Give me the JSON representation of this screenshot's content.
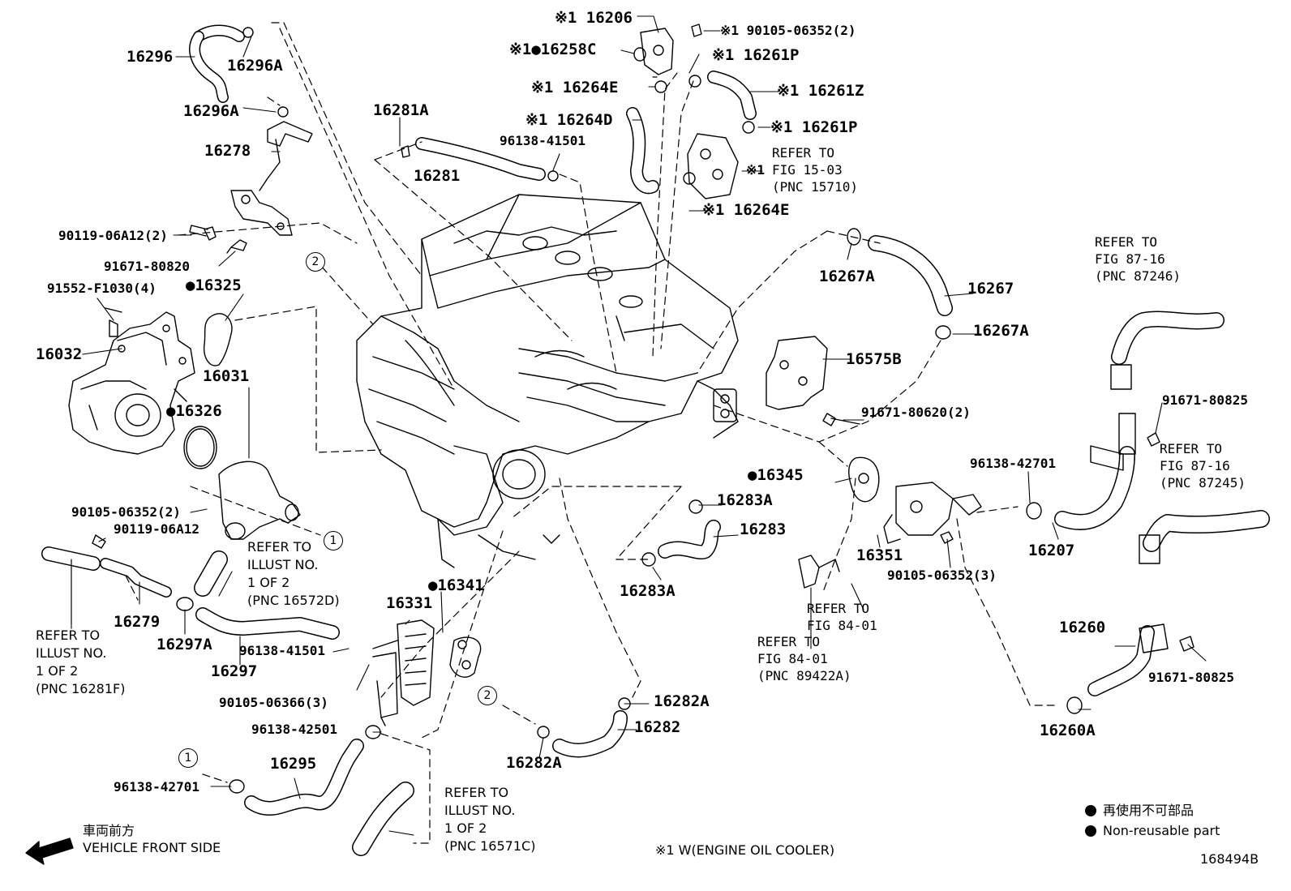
{
  "labels": {
    "p16296": "16296",
    "p16296A_top": "16296A",
    "p16296A": "16296A",
    "p16278": "16278",
    "p90119_06A12_2": "90119-06A12(2)",
    "p91671_80820": "91671-80820",
    "p91552": "91552-F1030(4)",
    "p16325": "●16325",
    "p16032": "16032",
    "p16031": "16031",
    "p16326": "●16326",
    "p90105_06352_2": "90105-06352(2)",
    "p90119_06A12": "90119-06A12",
    "p16279": "16279",
    "p16297A": "16297A",
    "p96138_41501_b": "96138-41501",
    "p16297": "16297",
    "p90105_06366": "90105-06366(3)",
    "p16331": "16331",
    "p16341": "●16341",
    "p96138_42501": "96138-42501",
    "p16295": "16295",
    "p96138_42701_b": "96138-42701",
    "p16281A": "16281A",
    "p16281": "16281",
    "p96138_41501": "96138-41501",
    "p16206": "※1 16206",
    "p16258C": "※1●16258C",
    "p16264E_top": "※1 16264E",
    "p16264D": "※1 16264D",
    "p90105_06352_top": "※1 90105-06352(2)",
    "p16261P_top": "※1 16261P",
    "p16261Z": "※1 16261Z",
    "p16261P": "※1 16261P",
    "p16264E": "※1 16264E",
    "p16267A_top": "16267A",
    "p16267": "16267",
    "p16267A": "16267A",
    "p16575B": "16575B",
    "p91671_80620": "91671-80620(2)",
    "p16345": "●16345",
    "p96138_42701": "96138-42701",
    "p16351": "16351",
    "p90105_06352_3": "90105-06352(3)",
    "p16207": "16207",
    "p91671_80825_top": "91671-80825",
    "p16260": "16260",
    "p91671_80825": "91671-80825",
    "p16260A": "16260A",
    "p16283A_top": "16283A",
    "p16283": "16283",
    "p16283A": "16283A",
    "p16282A_top": "16282A",
    "p16282": "16282",
    "p16282A": "16282A"
  },
  "references": {
    "fig15_03": {
      "line1": "REFER TO",
      "line2": "FIG 15-03",
      "line3": "(PNC 15710)",
      "mark": "※1"
    },
    "fig87_16_a": {
      "line1": "REFER TO",
      "line2": "FIG 87-16",
      "line3": "(PNC 87246)"
    },
    "fig87_16_b": {
      "line1": "REFER TO",
      "line2": "FIG 87-16",
      "line3": "(PNC 87245)"
    },
    "fig84_01_a": {
      "line1": "REFER TO",
      "line2": "FIG 84-01"
    },
    "fig84_01_b": {
      "line1": "REFER TO",
      "line2": "FIG 84-01",
      "line3": "(PNC 89422A)"
    },
    "illust_16572D": {
      "line1": "REFER TO",
      "line2": "ILLUST NO.",
      "line3": "1 OF 2",
      "line4": "(PNC 16572D)"
    },
    "illust_16281F": {
      "line1": "REFER TO",
      "line2": "ILLUST NO.",
      "line3": "1 OF 2",
      "line4": "(PNC 16281F)"
    },
    "illust_16571C": {
      "line1": "REFER TO",
      "line2": "ILLUST NO.",
      "line3": "1 OF 2",
      "line4": "(PNC 16571C)"
    }
  },
  "callouts": {
    "one": "1",
    "two": "2"
  },
  "direction": {
    "jp": "車両前方",
    "en": "VEHICLE FRONT SIDE",
    "icon": "arrow-left-icon"
  },
  "note": "※1  W(ENGINE OIL COOLER)",
  "legend": {
    "jp": "再使用不可部品",
    "en": "Non-reusable part"
  },
  "figure_id": "168494B"
}
